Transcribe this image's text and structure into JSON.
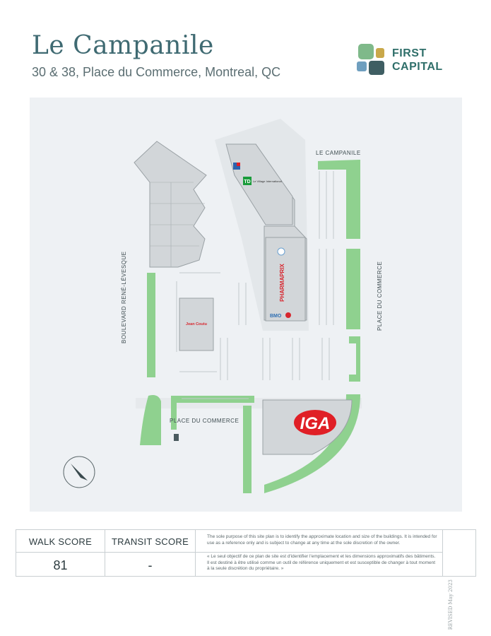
{
  "header": {
    "title": "Le Campanile",
    "subtitle": "30 & 38, Place du Commerce, Montreal, QC"
  },
  "logo": {
    "line1": "FIRST",
    "line2": "CAPITAL",
    "colors": [
      "#7fb98a",
      "#c9a84a",
      "#6f9fbf",
      "#3f5e63"
    ]
  },
  "map": {
    "labels": {
      "campanile": "LE CAMPANILE",
      "place_commerce_east": "PLACE DU COMMERCE",
      "boulevard": "BOULEVARD RENÉ-LÉVESQUE",
      "place_commerce_south": "PLACE DU COMMERCE"
    },
    "stores": {
      "iga": "IGA",
      "pharmaprix": "PHARMAPRIX",
      "bmo": "BMO",
      "jean_coutu": "Jean Coutu",
      "td": "TD",
      "td_text": "Le Village International"
    },
    "colors": {
      "background": "#eef1f4",
      "road": "#e1e5e8",
      "building": "#d2d6d9",
      "green": "#8fd18f",
      "iga_red": "#e01f26",
      "pharmaprix_red": "#d7262e",
      "td_green": "#1a9c3b",
      "bmo_blue": "#2f6fb3"
    }
  },
  "scores": {
    "walk_label": "WALK SCORE",
    "walk_value": "81",
    "transit_label": "TRANSIT SCORE",
    "transit_value": "-"
  },
  "disclaimer": {
    "en": "The sole purpose of this site plan is to identify the approximate location and size of the buildings. It is intended for use as a reference only and is subject to change at any time at the sole discretion of the owner.",
    "fr": "« Le seul objectif de ce plan de site est d'identifier l'emplacement et les dimensions approximatifs des bâtiments. Il est destiné à être utilisé comme un outil de référence uniquement et est susceptible de changer à tout moment à la seule discrétion du propriétaire. »"
  },
  "revised": "REVISED May 2023"
}
